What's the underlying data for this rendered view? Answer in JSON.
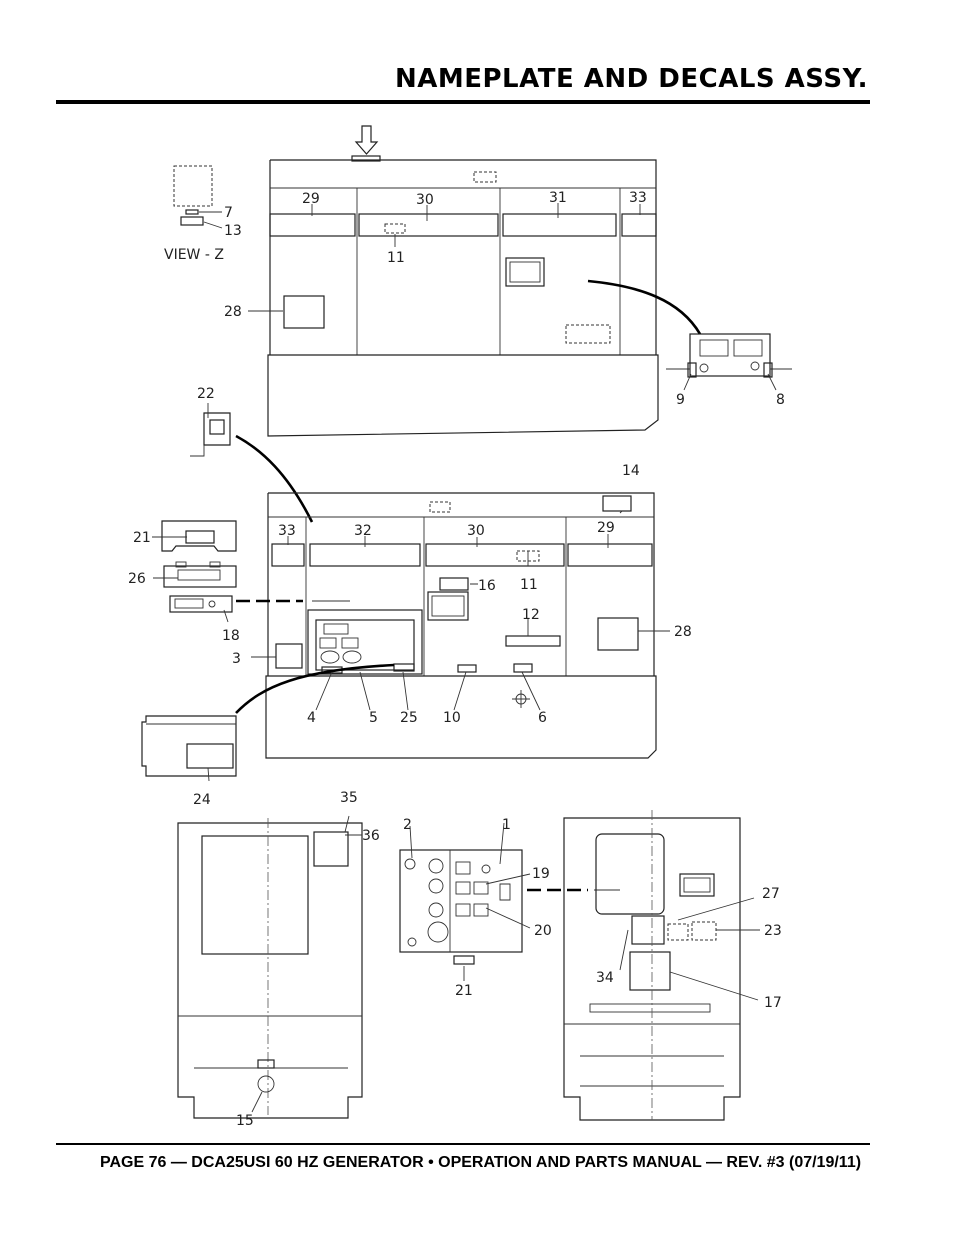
{
  "header": {
    "title": "NAMEPLATE AND DECALS ASSY."
  },
  "footer": {
    "text": "PAGE 76 — DCA25USI 60 HZ GENERATOR • OPERATION AND PARTS MANUAL — REV. #3 (07/19/11)"
  },
  "diagram": {
    "view_label": "VIEW - Z",
    "callouts": {
      "c1": "1",
      "c2": "2",
      "c3": "3",
      "c4": "4",
      "c5": "5",
      "c6": "6",
      "c7": "7",
      "c8": "8",
      "c9": "9",
      "c10": "10",
      "c11a": "11",
      "c11b": "11",
      "c12": "12",
      "c13": "13",
      "c14": "14",
      "c15": "15",
      "c16": "16",
      "c17": "17",
      "c18": "18",
      "c19": "19",
      "c20": "20",
      "c21a": "21",
      "c21b": "21",
      "c22": "22",
      "c23": "23",
      "c24": "24",
      "c25": "25",
      "c26": "26",
      "c27": "27",
      "c28a": "28",
      "c28b": "28",
      "c29a": "29",
      "c29b": "29",
      "c30a": "30",
      "c30b": "30",
      "c31": "31",
      "c32": "32",
      "c33a": "33",
      "c33b": "33",
      "c34": "34",
      "c35": "35",
      "c36": "36"
    }
  }
}
